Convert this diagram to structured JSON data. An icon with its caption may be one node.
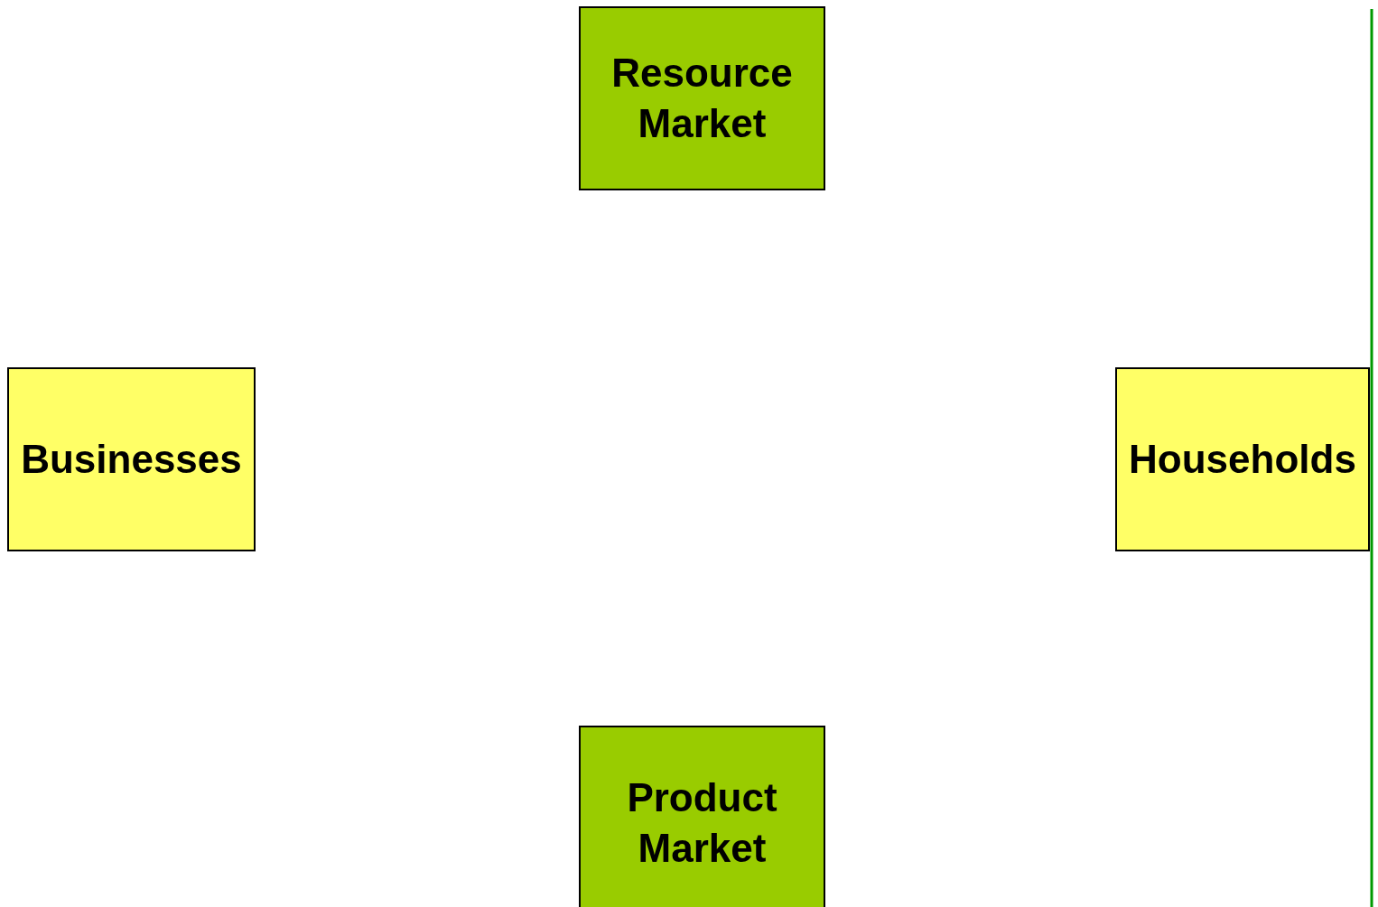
{
  "diagram": {
    "nodes": [
      {
        "text": [
          "Resource Market"
        ]
      },
      {
        "text": [
          "Businesses"
        ]
      },
      {
        "text": [
          "Households"
        ]
      },
      {
        "text": [
          "Product Market"
        ]
      }
    ]
  }
}
